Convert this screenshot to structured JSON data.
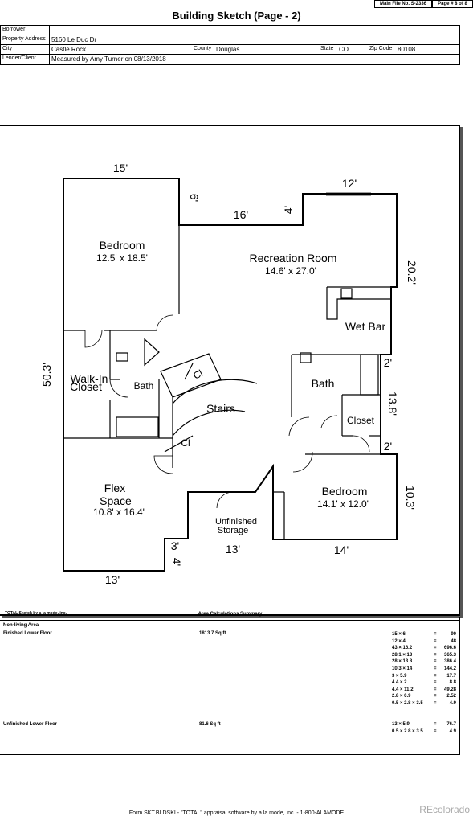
{
  "top_boxes": {
    "file": "Main File No. S-2336",
    "page": "Page # 8 of 8"
  },
  "title": "Building Sketch (Page - 2)",
  "header": {
    "borrower_label": "Borrower",
    "borrower": "",
    "address_label": "Property Address",
    "address": "5160 Le Duc Dr",
    "city_label": "City",
    "city": "Castle Rock",
    "county_label": "County",
    "county": "Douglas",
    "state_label": "State",
    "state": "CO",
    "zip_label": "Zip Code",
    "zip": "80108",
    "lender_label": "Lender/Client",
    "lender": "Measured by Amy Turner on 08/13/2018"
  },
  "sketch": {
    "dims": {
      "top_left": "15'",
      "left_stub": "6'",
      "mid_top": "16'",
      "mid_stub": "4'",
      "top_right": "12'",
      "right_upper": "20.2'",
      "left_side": "50.3'",
      "right_2a": "2'",
      "right_mid": "13.8'",
      "right_2b": "2'",
      "right_lower": "10.3'",
      "bottom_left": "13'",
      "bottom_3": "3'",
      "bottom_4": "4'",
      "bottom_13": "13'",
      "bottom_14": "14'"
    },
    "rooms": {
      "bedroom1": "Bedroom",
      "bedroom1_size": "12.5' x 18.5'",
      "rec": "Recreation Room",
      "rec_size": "14.6' x 27.0'",
      "wetbar": "Wet Bar",
      "walkin1": "Walk-In",
      "walkin2": "Closet",
      "bath1": "Bath",
      "bath2": "Bath",
      "cl1": "Cl",
      "cl2": "Cl",
      "stairs": "Stairs",
      "closet": "Closet",
      "flex1": "Flex",
      "flex2": "Space",
      "flex_size": "10.8' x 16.4'",
      "unf1": "Unfinished",
      "unf2": "Storage",
      "bedroom2": "Bedroom",
      "bedroom2_size": "14.1' x 12.0'"
    }
  },
  "summary": {
    "app": "TOTAL Sketch by a la mode, inc.",
    "title": "Area Calculations Summary",
    "nla": "Non-living Area",
    "rows": [
      {
        "label": "Finished Lower Floor",
        "area": "1813.7 Sq ft"
      },
      {
        "label": "Unfinished Lower Floor",
        "area": "81.6 Sq ft"
      }
    ],
    "calc1": [
      {
        "e": "15 × 6",
        "r": "90"
      },
      {
        "e": "12 × 4",
        "r": "48"
      },
      {
        "e": "43 × 16.2",
        "r": "696.6"
      },
      {
        "e": "28.1 × 13",
        "r": "365.3"
      },
      {
        "e": "28 × 13.8",
        "r": "386.4"
      },
      {
        "e": "10.3 × 14",
        "r": "144.2"
      },
      {
        "e": "3 × 5.9",
        "r": "17.7"
      },
      {
        "e": "4.4 × 2",
        "r": "8.8"
      },
      {
        "e": "4.4 × 11.2",
        "r": "49.28"
      },
      {
        "e": "2.8 × 0.9",
        "r": "2.52"
      },
      {
        "e": "0.5 × 2.8 × 3.5",
        "r": "4.9"
      }
    ],
    "calc2": [
      {
        "e": "13 × 5.9",
        "r": "76.7"
      },
      {
        "e": "0.5 × 2.8 × 3.5",
        "r": "4.9"
      }
    ]
  },
  "footer": "Form SKT.BLDSKI - \"TOTAL\" appraisal software by a la mode, inc. - 1-800-ALAMODE",
  "watermark": "REcolorado"
}
